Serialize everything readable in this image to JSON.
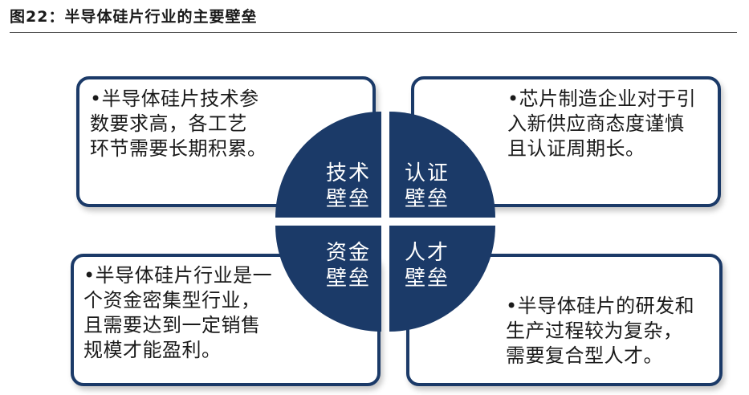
{
  "figure": {
    "title": "图22：半导体硅片行业的主要壁垒"
  },
  "quadrants": [
    {
      "id": "tech",
      "label_line1": "技术",
      "label_line2": "壁垒"
    },
    {
      "id": "cert",
      "label_line1": "认证",
      "label_line2": "壁垒"
    },
    {
      "id": "capital",
      "label_line1": "资金",
      "label_line2": "壁垒"
    },
    {
      "id": "talent",
      "label_line1": "人才",
      "label_line2": "壁垒"
    }
  ],
  "boxes": {
    "tech": {
      "lines": [
        "•半导体硅片技术参",
        "数要求高，各工艺",
        "环节需要长期积累。"
      ]
    },
    "cert": {
      "lines": [
        "•芯片制造企业对于引",
        "入新供应商态度谨慎",
        "且认证周期长。"
      ]
    },
    "capital": {
      "lines": [
        "•半导体硅片行业是一",
        "个资金密集型行业，",
        "且需要达到一定销售",
        "规模才能盈利。"
      ]
    },
    "talent": {
      "lines": [
        "•半导体硅片的研发和",
        "生产过程较为复杂，",
        "需要复合型人才。"
      ]
    }
  },
  "colors": {
    "navy": "#1b3a68",
    "text": "#1a1a1a",
    "background": "#ffffff"
  }
}
